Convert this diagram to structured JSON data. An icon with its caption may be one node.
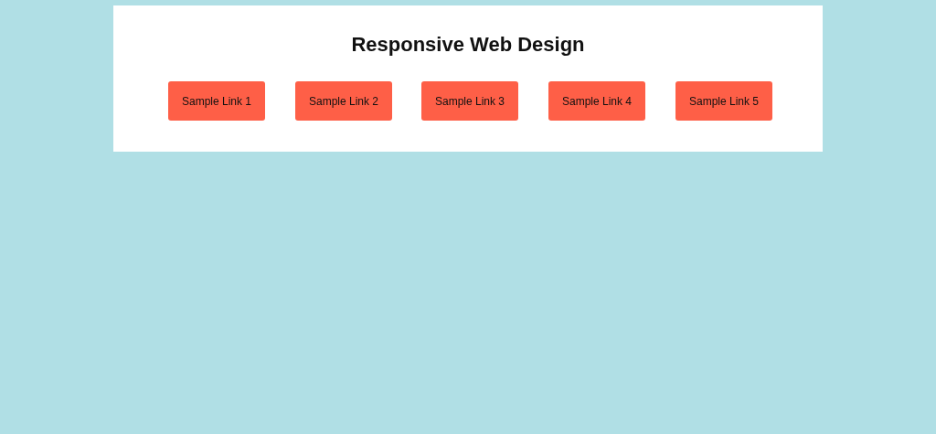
{
  "diagram": {
    "nodes": [
      {
        "text": [
          "Responsive Web Design"
        ]
      },
      {
        "text": [
          "Sample Link 1"
        ],
        "in": 0
      },
      {
        "text": [
          "Sample Link 2"
        ],
        "in": 0
      },
      {
        "text": [
          "Sample Link 3"
        ],
        "in": 0
      },
      {
        "text": [
          "Sample Link 4"
        ],
        "in": 0
      },
      {
        "text": [
          "Sample Link 5"
        ],
        "in": 0
      }
    ]
  }
}
